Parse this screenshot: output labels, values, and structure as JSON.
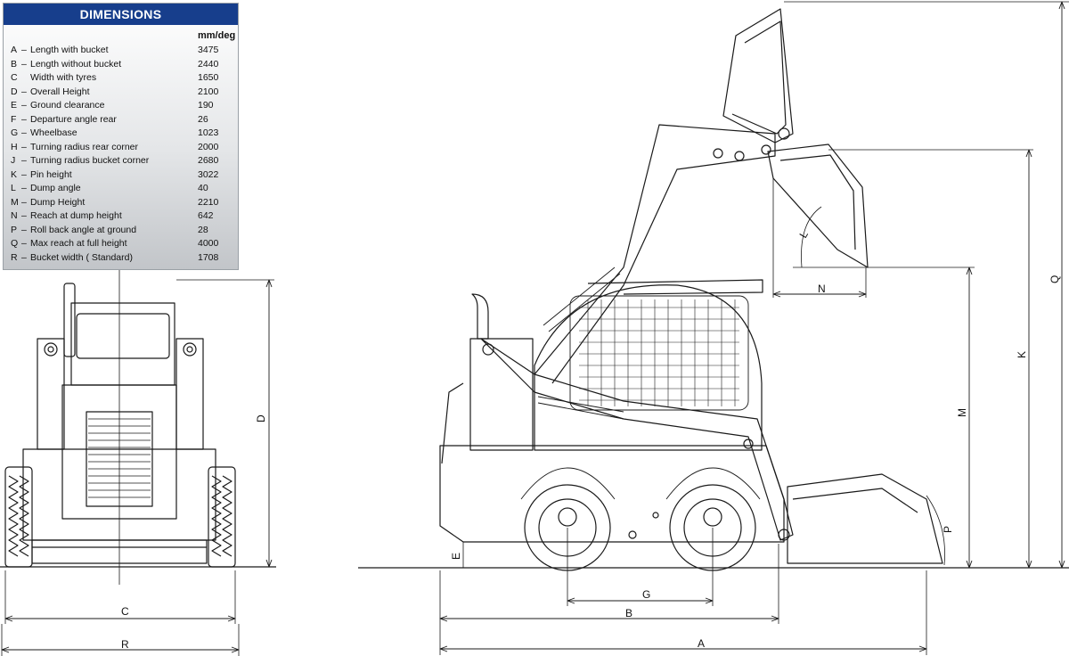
{
  "panel": {
    "title": "DIMENSIONS",
    "unit_label": "mm/deg",
    "rows": [
      {
        "code": "A",
        "dash": "–",
        "label": "Length with bucket",
        "value": "3475"
      },
      {
        "code": "B",
        "dash": "–",
        "label": "Length without bucket",
        "value": "2440"
      },
      {
        "code": "C",
        "dash": "",
        "label": "Width with tyres",
        "value": "1650"
      },
      {
        "code": "D",
        "dash": "–",
        "label": "Overall Height",
        "value": "2100"
      },
      {
        "code": "E",
        "dash": "–",
        "label": "Ground clearance",
        "value": "190"
      },
      {
        "code": "F",
        "dash": "–",
        "label": "Departure angle rear",
        "value": "26"
      },
      {
        "code": "G",
        "dash": "–",
        "label": "Wheelbase",
        "value": "1023"
      },
      {
        "code": "H",
        "dash": "–",
        "label": "Turning radius rear corner",
        "value": "2000"
      },
      {
        "code": "J",
        "dash": "–",
        "label": "Turning radius bucket corner",
        "value": "2680"
      },
      {
        "code": "K",
        "dash": "–",
        "label": "Pin height",
        "value": "3022"
      },
      {
        "code": "L",
        "dash": "–",
        "label": "Dump angle",
        "value": "40"
      },
      {
        "code": "M",
        "dash": "–",
        "label": "Dump Height",
        "value": "2210"
      },
      {
        "code": "N",
        "dash": "–",
        "label": "Reach at dump height",
        "value": "642"
      },
      {
        "code": "P",
        "dash": "–",
        "label": "Roll back angle at ground",
        "value": "28"
      },
      {
        "code": "Q",
        "dash": "–",
        "label": "Max reach at full height",
        "value": "4000"
      },
      {
        "code": "R",
        "dash": "–",
        "label": "Bucket width ( Standard)",
        "value": "1708"
      }
    ]
  },
  "drawing_labels": {
    "A": "A",
    "B": "B",
    "C": "C",
    "D": "D",
    "E": "E",
    "G": "G",
    "K": "K",
    "L": "L",
    "M": "M",
    "N": "N",
    "P": "P",
    "Q": "Q",
    "R": "R"
  },
  "colors": {
    "header_bg": "#173e8c",
    "header_text": "#ffffff",
    "line": "#1a1a1a"
  }
}
